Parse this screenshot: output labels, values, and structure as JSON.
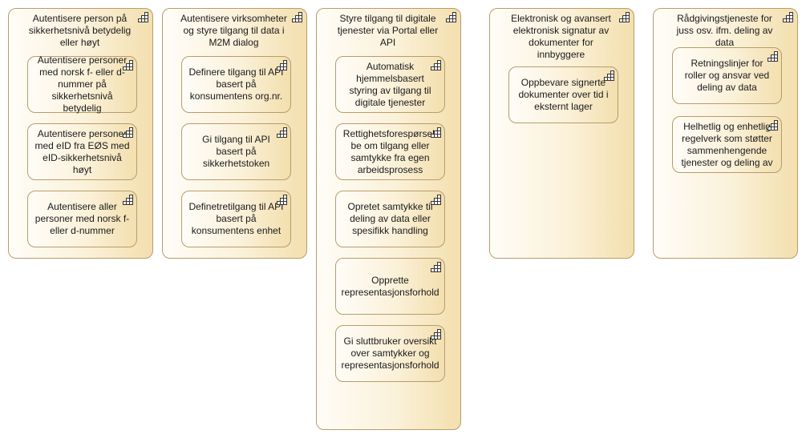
{
  "groups": [
    {
      "title": "Autentisere person på sikkerhetsnivå betydelig eller høyt",
      "items": [
        "Autentisere personer med norsk f- eller d-nummer på sikkerhetsnivå betydelig",
        "Autentisere personer med eID fra EØS med eID-sikkerhetsnivå høyt",
        "Autentisere aller personer med norsk f- eller d-nummer"
      ]
    },
    {
      "title": "Autentisere  virksomheter og styre tilgang til data i M2M dialog",
      "items": [
        "Definere tilgang til API basert på konsumentens org.nr.",
        "Gi tilgang til API basert på sikkerhetstoken",
        "Definetretilgang til API basert på konsumentens enhet"
      ]
    },
    {
      "title": "Styre tilgang til digitale tjenester  via Portal eller API",
      "items": [
        "Automatisk hjemmelsbasert styring av tilgang til digitale tjenester",
        "Rettighetsforespørsel: be om tilgang eller samtykke fra egen arbeidsprosess",
        "Opretet samtykke til deling av data eller spesifikk handling",
        "Opprette representasjonsforhold",
        "Gi sluttbruker oversikt over samtykker og representasjonsforhold"
      ]
    },
    {
      "title": "Elektronisk og avansert elektronisk signatur av dokumenter for innbyggere",
      "items": [
        "Oppbevare signerte dokumenter over tid i eksternt lager"
      ]
    },
    {
      "title": "Rådgivingstjeneste for juss osv.  ifm. deling av data",
      "items": [
        "Retningslinjer for roller og ansvar ved deling av data",
        "Helhetlig og enhetlig regelverk som støtter sammenhengende tjenester og deling av"
      ]
    }
  ],
  "icon": "capability-icon"
}
